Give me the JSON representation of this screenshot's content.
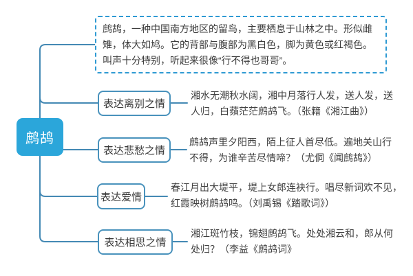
{
  "root": {
    "label": "鹧鸪"
  },
  "description": {
    "lines": [
      "鹧鸪，一种中国南方地区的留鸟，主要栖息于山林之中。形似雌",
      "雉，体大如鸠。它的背部与腹部为黑白色，脚为黄色或红褐色。",
      "叫声十分特别，听起来很像“行不得也哥哥”。"
    ]
  },
  "branches": [
    {
      "label": "表达离别之情",
      "lines": [
        "湘水无潮秋水阔，湘中月落行人发，送人发，送",
        "人归，白蘋茫茫鹧鸪飞。（张籍《湘江曲》）"
      ]
    },
    {
      "label": "表达悲愁之情",
      "lines": [
        "鹧鸪声里夕阳西，陌上征人首尽低。遍地关山行",
        "不得，为谁辛苦尽情啼？（尤侗《闻鹧鸪》）"
      ]
    },
    {
      "label": "表达爱情",
      "lines": [
        "春江月出大堤平，堤上女郎连袂行。唱尽新词欢不见，",
        "红霞映树鹧鸪鸣。（刘禹锡《踏歌词》）"
      ]
    },
    {
      "label": "表达相思之情",
      "lines": [
        "湘江斑竹枝，锦翅鹧鸪飞。处处湘云和，郎从何",
        "处归？（李益《鹧鸪词》"
      ]
    }
  ],
  "colors": {
    "root_fill": "#2BA6DA",
    "connector_line": "#4489B4",
    "branch_border": "#4992BC",
    "dashed_border": "#2E9AD3",
    "body_text": "#3F3F3F"
  }
}
